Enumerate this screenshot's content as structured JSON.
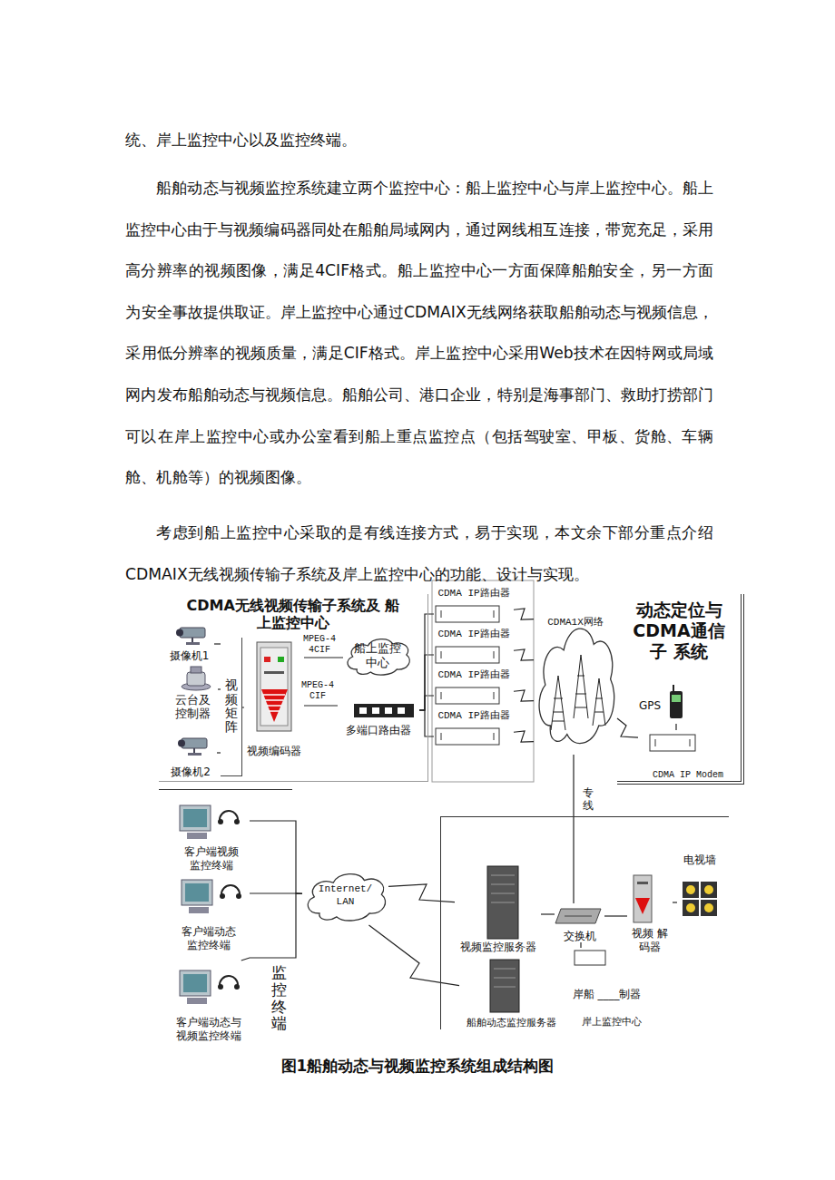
{
  "diagram": {
    "caption": "图1船舶动态与视频监控系统组成结构图",
    "nodes": [
      {
        "text": [
          "CDMA无线视频传输子系统及 船上监控中心"
        ]
      },
      {
        "text": [
          "摄像机1"
        ],
        "in": 0
      },
      {
        "text": [
          "云台及 控制器"
        ],
        "in": 0
      },
      {
        "text": [
          "摄像机2"
        ],
        "in": 0
      },
      {
        "text": [
          "视频矩阵"
        ],
        "in": 0
      },
      {
        "text": [
          "视频编码器"
        ],
        "in": 0
      },
      {
        "text": [
          "船上监控 中心"
        ],
        "in": 0
      },
      {
        "text": [
          "多端口路由器"
        ],
        "in": 0
      },
      {
        "text": [
          "CDMA IP路由器"
        ]
      },
      {
        "text": [
          "CDMA IP路由器"
        ]
      },
      {
        "text": [
          "CDMA IP路由器"
        ]
      },
      {
        "text": [
          "CDMA IP路由器"
        ]
      },
      {
        "text": [
          "CDMA1X网络"
        ]
      },
      {
        "text": [
          "动态定位与 CDMA通信子 系统"
        ]
      },
      {
        "text": [
          "GPS"
        ],
        "in": 13
      },
      {
        "text": [
          "CDMA IP Modem"
        ],
        "in": 13
      },
      {
        "text": [
          "监控终端"
        ]
      },
      {
        "text": [
          "客户端视频 监控终端"
        ],
        "in": 16
      },
      {
        "text": [
          "客户端动态 监控终端"
        ],
        "in": 16
      },
      {
        "text": [
          "客户端动态与 视频监控终端"
        ],
        "in": 16
      },
      {
        "text": [
          "Internet/ LAN"
        ]
      },
      {
        "text": [
          "岸上监控中心"
        ]
      },
      {
        "text": [
          "视频监控服务器"
        ],
        "in": 21
      },
      {
        "text": [
          "交换机"
        ],
        "in": 21
      },
      {
        "text": [
          "视频 解码器"
        ],
        "in": 21
      },
      {
        "text": [
          "电视墙"
        ],
        "in": 21
      },
      {
        "text": [
          "岸船 ____制器"
        ],
        "in": 21
      },
      {
        "text": [
          "船舶动态监控服务器"
        ],
        "in": 21
      }
    ],
    "edges": [
      {
        "from": 1,
        "to": 4,
        "arrow": "none"
      },
      {
        "from": 2,
        "to": 4,
        "arrow": "none"
      },
      {
        "from": 3,
        "to": 4,
        "arrow": "none"
      },
      {
        "from": 4,
        "to": 5,
        "arrow": "none"
      },
      {
        "from": 5,
        "to": 6,
        "label": "MPEG-4 4CIF",
        "arrow": "none"
      },
      {
        "from": 5,
        "to": 7,
        "label": "MPEG-4 CIF",
        "arrow": "none"
      },
      {
        "from": 7,
        "to": 8,
        "arrow": "none"
      },
      {
        "from": 7,
        "to": 9,
        "arrow": "none"
      },
      {
        "from": 7,
        "to": 10,
        "arrow": "none"
      },
      {
        "from": 7,
        "to": 11,
        "arrow": "none"
      },
      {
        "from": 8,
        "to": 12,
        "arrow": "none"
      },
      {
        "from": 9,
        "to": 12,
        "arrow": "none"
      },
      {
        "from": 10,
        "to": 12,
        "arrow": "none"
      },
      {
        "from": 11,
        "to": 12,
        "arrow": "none"
      },
      {
        "from": 12,
        "to": 15,
        "arrow": "none"
      },
      {
        "from": 14,
        "to": 15,
        "arrow": "none"
      },
      {
        "from": 12,
        "to": 23,
        "label": "专线",
        "arrow": "none"
      },
      {
        "from": 17,
        "to": 20,
        "arrow": "none"
      },
      {
        "from": 18,
        "to": 20,
        "arrow": "none"
      },
      {
        "from": 19,
        "to": 20,
        "arrow": "none"
      },
      {
        "from": 20,
        "to": 22,
        "arrow": "none"
      },
      {
        "from": 20,
        "to": 27,
        "arrow": "none"
      },
      {
        "from": 22,
        "to": 23,
        "arrow": "none"
      },
      {
        "from": 23,
        "to": 24,
        "arrow": "none"
      },
      {
        "from": 24,
        "to": 25,
        "arrow": "none"
      },
      {
        "from": 23,
        "to": 26,
        "arrow": "none"
      }
    ],
    "labels": [
      "统、岸上监控中心以及监控终端。",
      "船舶动态与视频监控系统建立两个监控中心：船上监控中心与岸上监控中心。船上 监控中心由于与视频编码器同处在船舶局域网内，通过网线相互连接，带宽充足，采用 高分辨率的视频图像，满足4CIF格式。船上监控中心一方面保障船舶安全，另一方面为 安全事故提供取证。岸上监控中心通过CDMAIX无线网络获取船舶动态与视频信息，采 用低分辨率的视频质量，满足CIF格式。岸上监控中心采用Web技术在因特网或局域网内 发布船舶动态与视频信息。船舶公司、港口企业，特别是海事部门、救助打捞部门可以 在岸上监控中心或办公室看到船上重点监控点（包括驾驶室、甲板、货舱、车辆舱、机 舱等）的视频图像。",
      "考虑到船上监控中心采取的是有线连接方式，易于实现，本文余下部分重点介绍 CDMAIX无线视频传输子系统及岸上监控中心的功能、设计与实现。"
    ]
  }
}
